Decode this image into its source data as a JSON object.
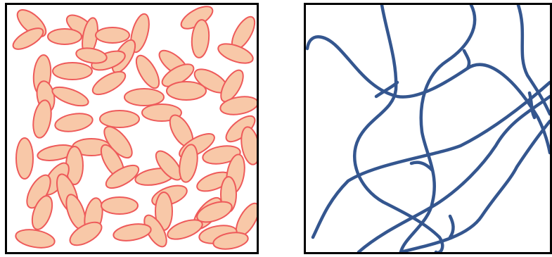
{
  "colors": {
    "background": "#ffffff",
    "frame": "#000000",
    "particle_fill": "#f8c8a8",
    "particle_stroke": "#ee5a5a",
    "chain_stroke": "#34568f"
  },
  "panels": [
    {
      "id": "particles",
      "content": "ellipse-particles"
    },
    {
      "id": "network",
      "content": "chain-network"
    }
  ]
}
